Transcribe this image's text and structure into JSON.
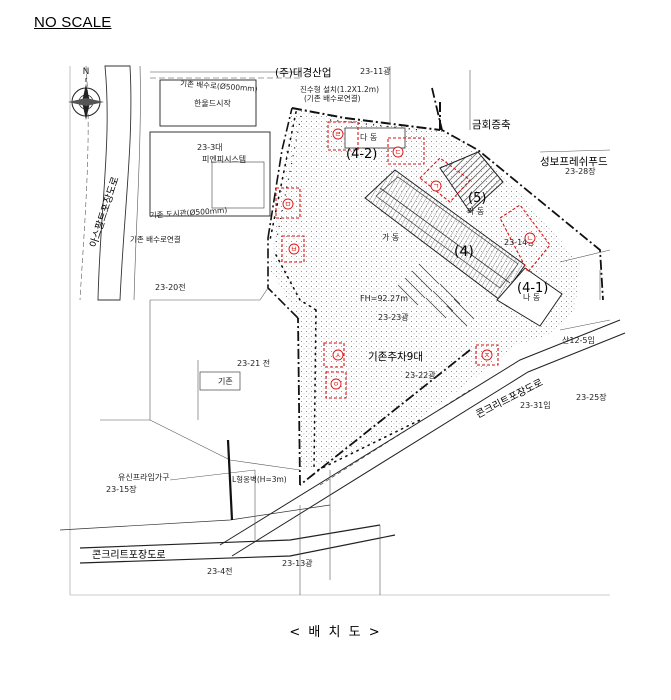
{
  "header": {
    "scale_note": "NO SCALE"
  },
  "caption": "< 배 치 도 >",
  "compass": {
    "north": "N"
  },
  "companies": {
    "daekyung": "(주)대경산업",
    "geumhoe": "금회증축",
    "seongbo": "성보프레쉬푸드",
    "hanul": "한울드시작",
    "pienpi": "피엔피시스템",
    "yuseon": "유신프라임가구"
  },
  "buildings": {
    "gadong": "가 동",
    "gadong_num": "(4)",
    "nadong": "나 동",
    "nadong_num": "(4-1)",
    "dadong": "다 동",
    "dadong_num": "(4-2)",
    "radong": "라 동",
    "radong_num": "(5)"
  },
  "markers": [
    "ㄱ",
    "ㄴ",
    "ㄷ",
    "ㄹ",
    "ㅁ",
    "ㅂ",
    "ㅅ",
    "ㅇ",
    "ㅈ"
  ],
  "lots": {
    "l_23_11": "23-11광",
    "l_23_3": "23-3대",
    "l_23_28": "23-28장",
    "l_23_14": "23-14광",
    "l_23_20": "23-20전",
    "l_23_23": "23-23광",
    "l_23_22": "23-22광",
    "l_23_21": "23-21 전",
    "l_23_31": "23-31임",
    "l_23_25": "23-25장",
    "l_23_15": "23-15장",
    "l_23_13": "23-13광",
    "l_23_4": "23-4전",
    "l_sin12": "산12-5임"
  },
  "roads": {
    "asphalt": "아스팔트포장도로",
    "concrete_right": "콘크리트포장도로",
    "concrete_bottom": "콘크리트포장도로"
  },
  "notes": {
    "parking": "기존주차9대",
    "fh": "FH=92.27m",
    "gutter": "진수형 설치(1.2X1.2m)",
    "gutter_sub": "(기존 배수로연결)",
    "drain_top": "기존 배수로(Ø500mm)",
    "drain_left": "기존 도시관(Ø500mm)",
    "drain_mid": "기존 배수로연결",
    "lshape": "L형옹벽(H=3m)",
    "existing": "기존"
  }
}
